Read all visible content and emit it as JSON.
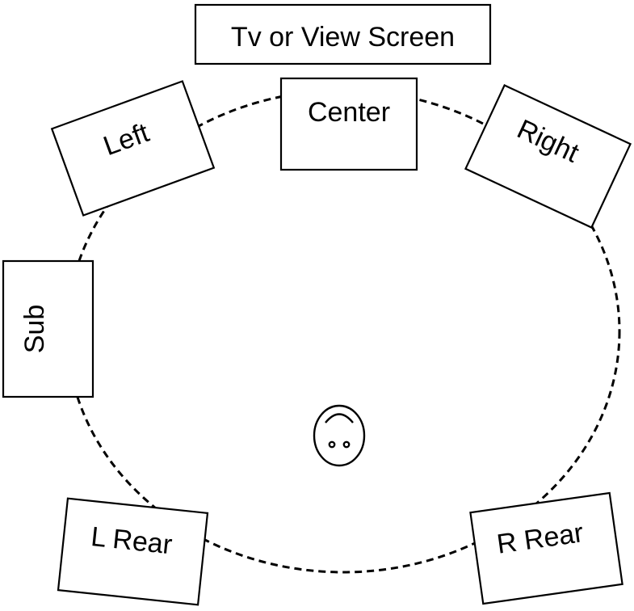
{
  "diagram": {
    "screen": {
      "label": "Tv or View Screen"
    },
    "speakers": {
      "center": {
        "label": "Center"
      },
      "left": {
        "label": "Left"
      },
      "right": {
        "label": "Right"
      },
      "sub": {
        "label": "Sub"
      },
      "left_rear": {
        "label": "L Rear"
      },
      "right_rear": {
        "label": "R Rear"
      }
    },
    "listener": {
      "icon": "listener-face-icon"
    }
  }
}
